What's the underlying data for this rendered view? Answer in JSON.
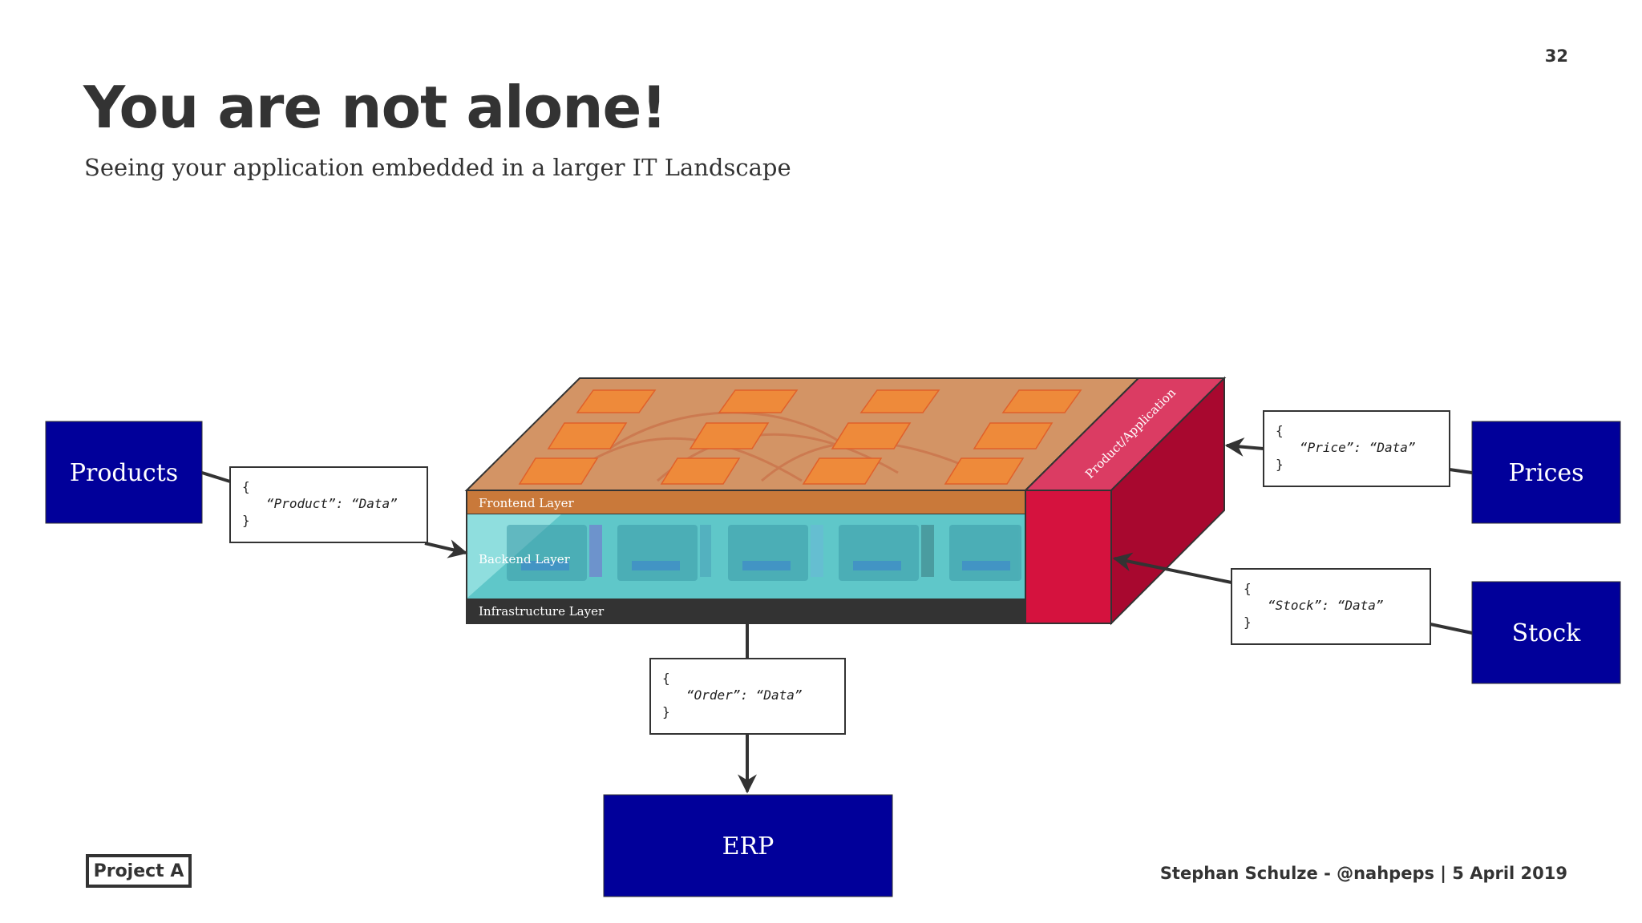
{
  "slide": {
    "page_number": "32",
    "title": "You are not alone!",
    "subtitle": "Seeing your application embedded in a larger IT Landscape"
  },
  "diagram": {
    "nodes": {
      "products": "Products",
      "prices": "Prices",
      "stock": "Stock",
      "erp": "ERP"
    },
    "payloads": {
      "product": {
        "open": "{",
        "key": "“Product”: “Data”",
        "close": "}"
      },
      "price": {
        "open": "{",
        "key": "“Price”: “Data”",
        "close": "}"
      },
      "stock": {
        "open": "{",
        "key": "“Stock”: “Data”",
        "close": "}"
      },
      "order": {
        "open": "{",
        "key": "“Order”: “Data”",
        "close": "}"
      }
    },
    "layers": {
      "frontend": "Frontend Layer",
      "backend": "Backend Layer",
      "infrastructure": "Infrastructure Layer"
    },
    "product_application_label": "Product/Application",
    "colors": {
      "node_fill": "#01009a",
      "frontend": "#c9793a",
      "backend": "#5fc7c9",
      "infrastructure": "#333333",
      "application_side": "#d5123e",
      "tile": "#ee8a3a"
    }
  },
  "footer": {
    "brand": "Project A",
    "credit": "Stephan Schulze - @nahpeps | 5 April 2019"
  }
}
